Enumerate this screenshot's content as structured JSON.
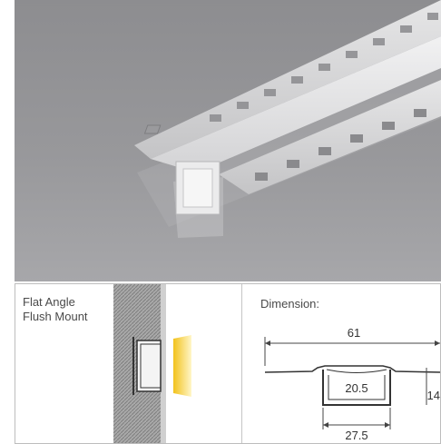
{
  "mount": {
    "line1": "Flat Angle",
    "line2": "Flush Mount"
  },
  "dimension": {
    "title": "Dimension:",
    "overall_width": "61",
    "inner_width": "20.5",
    "height": "14",
    "base_width": "27.5"
  },
  "colors": {
    "photo_bg": "#949497",
    "profile": "#d9dadb",
    "led_light": "#f2c21b"
  },
  "icons": {
    "profile": "aluminum-profile-photo",
    "install": "wall-section-diagram"
  }
}
